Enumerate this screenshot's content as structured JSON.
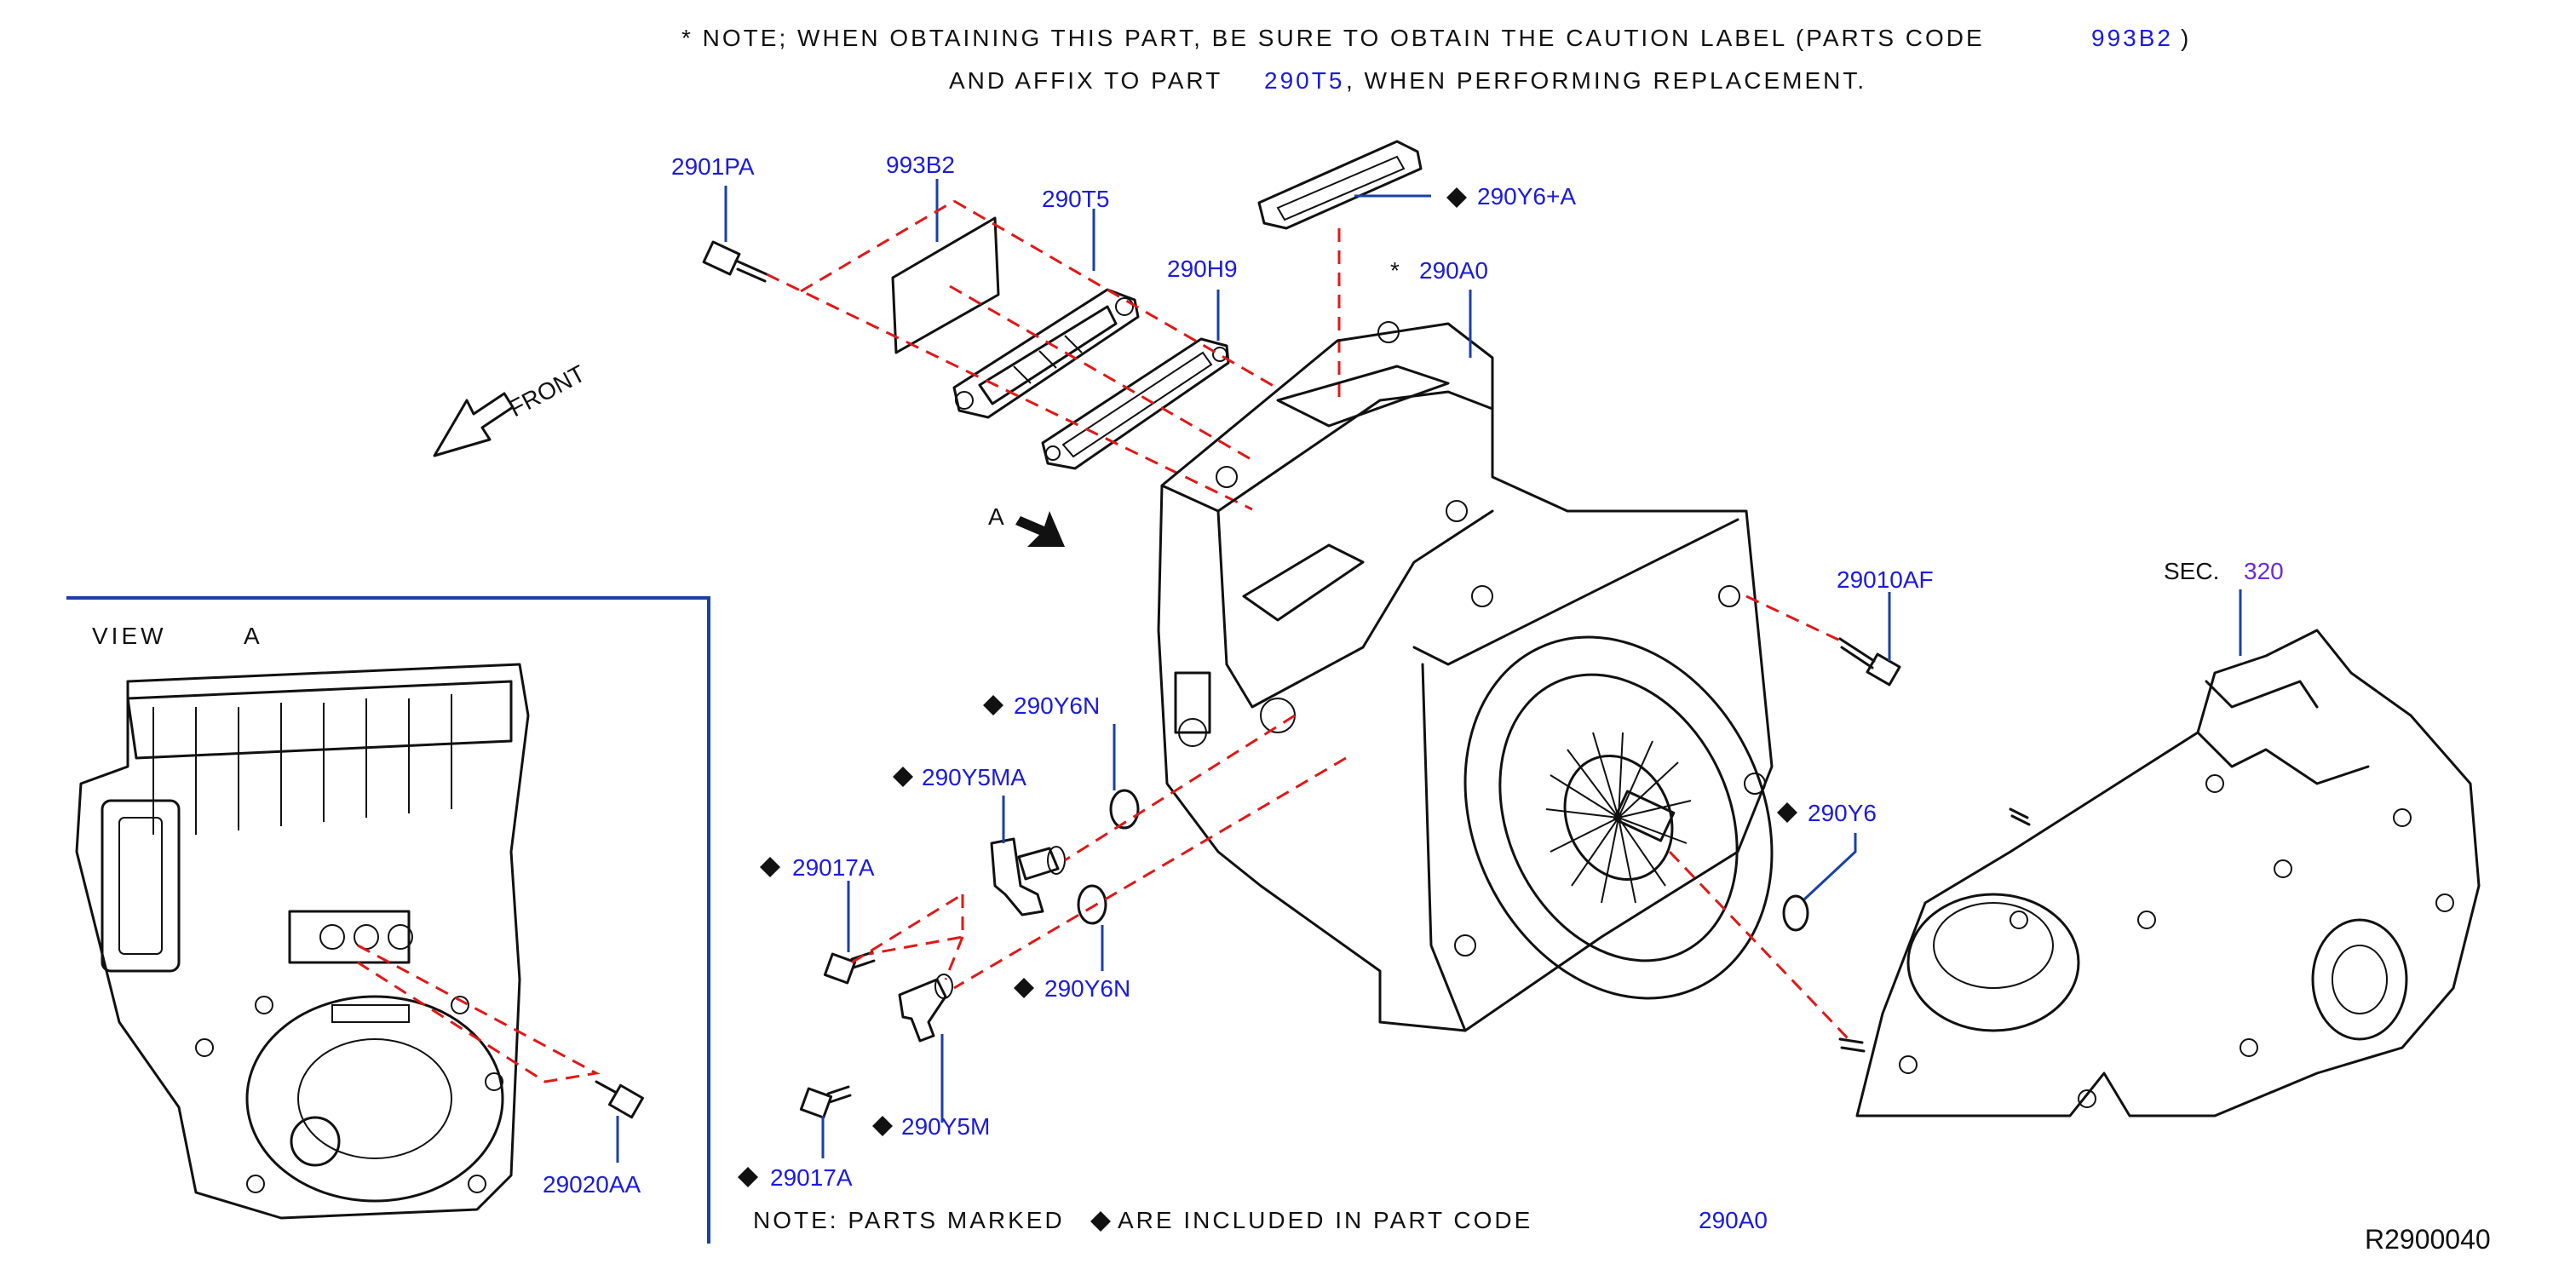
{
  "notes": {
    "top_line1_prefix": "* NOTE; WHEN OBTAINING THIS PART, BE SURE TO OBTAIN THE CAUTION LABEL (PARTS CODE",
    "top_line1_code": "993B2",
    "top_line1_suffix": ")",
    "top_line2_prefix": "AND AFFIX TO PART",
    "top_line2_code": "290T5",
    "top_line2_suffix": ", WHEN PERFORMING REPLACEMENT.",
    "bottom_prefix": "NOTE: PARTS MARKED",
    "bottom_middle": "ARE INCLUDED IN PART CODE",
    "bottom_code": "290A0"
  },
  "front_label": "FRONT",
  "view_a": {
    "title": "VIEW",
    "letter": "A"
  },
  "arrow_a_label": "A",
  "section": {
    "prefix": "SEC.",
    "number": "320"
  },
  "diagram_id": "R2900040",
  "asterisk": "*",
  "parts": {
    "p2901PA": "2901PA",
    "p993B2": "993B2",
    "p290T5": "290T5",
    "p290H9": "290H9",
    "p290Y6A": "290Y6+A",
    "p290A0": "290A0",
    "p29010AF": "29010AF",
    "p290Y6N_upper": "290Y6N",
    "p290Y5MA": "290Y5MA",
    "p29017A_upper": "29017A",
    "p290Y6": "290Y6",
    "p290Y6N_lower": "290Y6N",
    "p290Y5M": "290Y5M",
    "p29017A_lower": "29017A",
    "p29020AA": "29020AA"
  },
  "colors": {
    "part_number": "#1a1adf",
    "leader": "#1a3fa8",
    "phantom_line": "#e01818",
    "section_number": "#6a2bd8"
  }
}
